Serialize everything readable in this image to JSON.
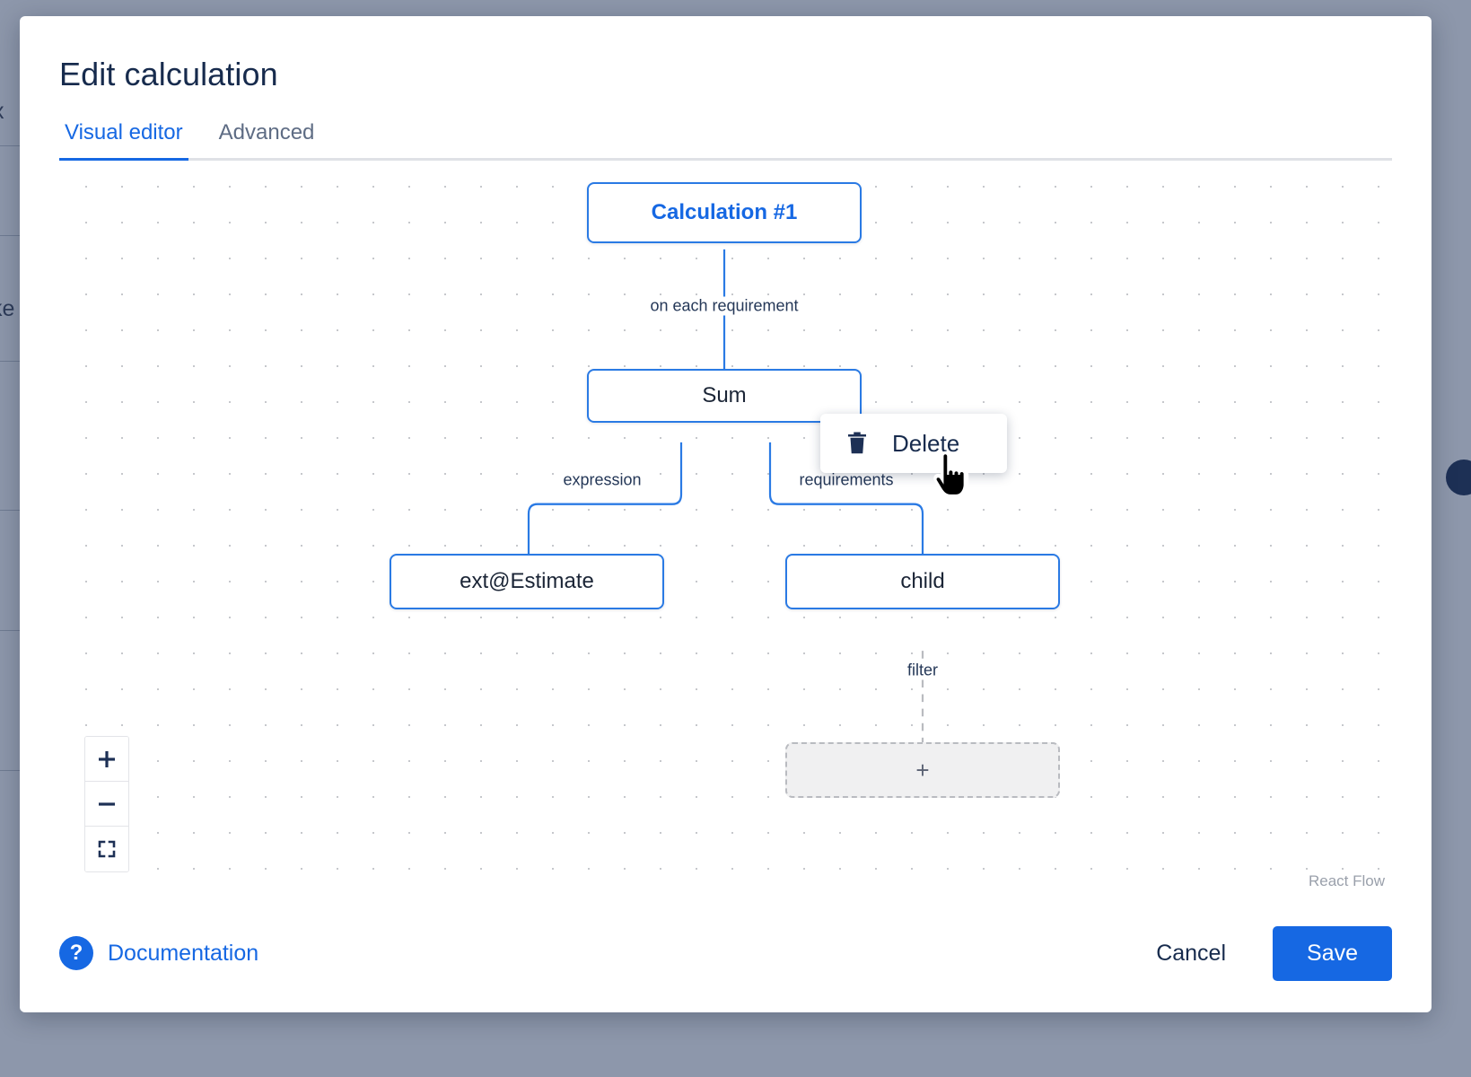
{
  "background": {
    "fragment_text_1": "x",
    "fragment_text_2": "ke"
  },
  "modal": {
    "title": "Edit calculation",
    "tabs": [
      {
        "label": "Visual editor",
        "active": true
      },
      {
        "label": "Advanced",
        "active": false
      }
    ]
  },
  "canvas": {
    "attribution": "React Flow",
    "nodes": [
      {
        "id": "root",
        "label": "Calculation #1",
        "type": "root"
      },
      {
        "id": "sum",
        "label": "Sum",
        "type": "node"
      },
      {
        "id": "expression",
        "label": "ext@Estimate",
        "type": "node"
      },
      {
        "id": "child",
        "label": "child",
        "type": "node"
      },
      {
        "id": "placeholder",
        "label": "+",
        "type": "placeholder"
      }
    ],
    "edges": [
      {
        "from": "root",
        "to": "sum",
        "label": "on each requirement",
        "style": "solid"
      },
      {
        "from": "sum",
        "to": "expression",
        "label": "expression",
        "style": "solid"
      },
      {
        "from": "sum",
        "to": "child",
        "label": "requirements",
        "style": "solid"
      },
      {
        "from": "child",
        "to": "placeholder",
        "label": "filter",
        "style": "dashed"
      }
    ],
    "controls": [
      {
        "name": "zoom-in",
        "glyph": "+"
      },
      {
        "name": "zoom-out",
        "glyph": "−"
      },
      {
        "name": "fit-view",
        "glyph": "fit"
      }
    ]
  },
  "context_menu": {
    "visible": true,
    "items": [
      {
        "label": "Delete",
        "icon": "trash-icon"
      }
    ]
  },
  "footer": {
    "documentation_label": "Documentation",
    "documentation_icon": "question-mark-icon",
    "cancel_label": "Cancel",
    "save_label": "Save"
  },
  "colors": {
    "accent": "#1668e3",
    "node_border": "#2a7ae4",
    "text_dark": "#172b4d",
    "backdrop": "#8d97ab",
    "placeholder_bg": "#f0f0f1"
  }
}
